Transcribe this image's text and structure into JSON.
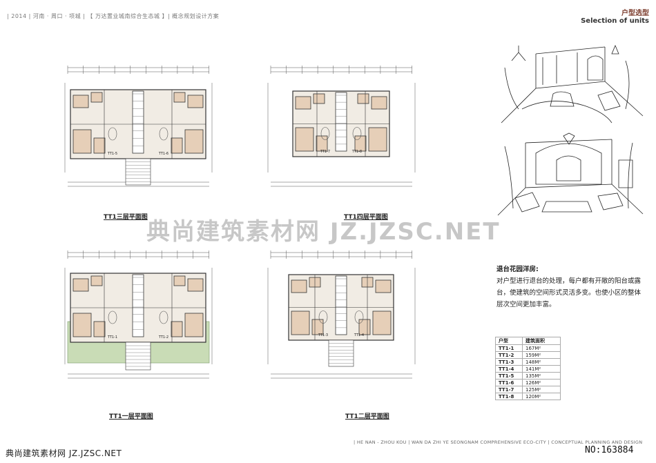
{
  "header": {
    "project_line": "| 2014 | 河南 · 周口 · 项城 | 【 万达置业城南综合生态城 】| 概念规划设计方案",
    "section_cn": "户型选型",
    "section_en": "Selection of units"
  },
  "plans": [
    {
      "label": "TT1三层平面图",
      "units": [
        "TT1-5",
        "TT1-6"
      ]
    },
    {
      "label": "TT1四层平面图",
      "units": [
        "TT1-7",
        "TT1-8"
      ]
    },
    {
      "label": "TT1一层平面图",
      "units": [
        "TT1-1",
        "TT1-2"
      ]
    },
    {
      "label": "TT1二层平面图",
      "units": [
        "TT1-3",
        "TT1-4"
      ]
    }
  ],
  "description": {
    "title": "退台花园洋房:",
    "body": "对户型进行退台的处理，每户都有开敞的阳台或露台，使建筑的空间形式灵活多变。也使小区的整体层次空间更加丰富。"
  },
  "unit_table": {
    "headers": [
      "户型",
      "建筑面积"
    ],
    "rows": [
      [
        "TT1-1",
        "167M²"
      ],
      [
        "TT1-2",
        "159M²"
      ],
      [
        "TT1-3",
        "148M²"
      ],
      [
        "TT1-4",
        "141M²"
      ],
      [
        "TT1-5",
        "135M²"
      ],
      [
        "TT1-6",
        "126M²"
      ],
      [
        "TT1-7",
        "125M²"
      ],
      [
        "TT1-8",
        "120M²"
      ]
    ]
  },
  "watermark": "典尚建筑素材网 JZ.JZSC.NET",
  "footer": {
    "left": "典尚建筑素材网 JZ.JZSC.NET",
    "center": "| HE NAN - ZHOU KOU | WAN DA ZHI YE SEONGNAM COMPREHENSIVE ECO-CITY | CONCEPTUAL PLANNING AND DESIGN",
    "id": "NO:163884"
  },
  "colors": {
    "room_fill": "#e6cfb8",
    "green_fill": "#c9dcb6",
    "hall_fill": "#f1ece4",
    "accent": "#7a3a2a"
  }
}
